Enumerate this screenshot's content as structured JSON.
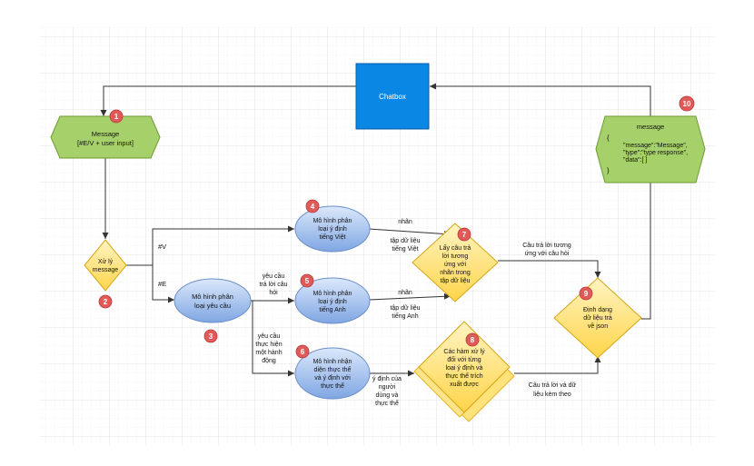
{
  "diagram": {
    "chatbox": "Chatbox",
    "message_in": {
      "line1": "Message",
      "line2": "[#E/V + user input]"
    },
    "message_out": {
      "title": "message",
      "open": "{",
      "line1": "\"message\":\"Message\",",
      "line2": "\"type\":\"type response\",",
      "line3": "\"data\":[ ]",
      "close": "}"
    },
    "process": {
      "line1": "Xử lý",
      "line2": "message"
    },
    "intent_classifier": {
      "line1": "Mô hình phân",
      "line2": "loại yêu cầu"
    },
    "vi_model": {
      "line1": "Mô hình phân",
      "line2": "loại ý định",
      "line3": "tiếng Việt"
    },
    "en_model": {
      "line1": "Mô hình phân",
      "line2": "loại ý định",
      "line3": "tiếng Anh"
    },
    "ner_model": {
      "line1": "Mô hình nhận",
      "line2": "diện thực thể",
      "line3": "và ý định với",
      "line4": "thực thể"
    },
    "answer_lookup": {
      "line1": "Lấy câu trả",
      "line2": "lời tương",
      "line3": "ứng với",
      "line4": "nhãn trong",
      "line5": "tập dữ liệu"
    },
    "handlers": {
      "line1": "Các hàm xử lý",
      "line2": "đối với từng",
      "line3": "loại ý định và",
      "line4": "thực thể trích",
      "line5": "xuất được"
    },
    "formatter": {
      "line1": "Định dạng",
      "line2": "dữ liệu trả",
      "line3": "về json"
    },
    "edge_labels": {
      "v": "#V",
      "e": "#E",
      "label_top": "nhãn",
      "dataset_vi": {
        "line1": "tập dữ liệu",
        "line2": "tiếng Việt"
      },
      "label_mid": "nhãn",
      "dataset_en": {
        "line1": "tập dữ liệu",
        "line2": "tiếng Anh"
      },
      "ask_reply": {
        "line1": "yêu cầu",
        "line2": "trả lời câu",
        "line3": "hỏi"
      },
      "ask_action": {
        "line1": "yêu cầu",
        "line2": "thực hiện",
        "line3": "một hành",
        "line4": "động"
      },
      "intent_user": {
        "line1": "ý định của",
        "line2": "người",
        "line3": "dùng và",
        "line4": "thực thể"
      },
      "answer_match": {
        "line1": "Câu trả lời tương",
        "line2": "ứng với câu hỏi"
      },
      "answer_data": {
        "line1": "Câu trả lời và dữ",
        "line2": "liệu kèm theo"
      }
    },
    "badges": [
      "1",
      "2",
      "3",
      "4",
      "5",
      "6",
      "7",
      "8",
      "9",
      "10"
    ]
  }
}
